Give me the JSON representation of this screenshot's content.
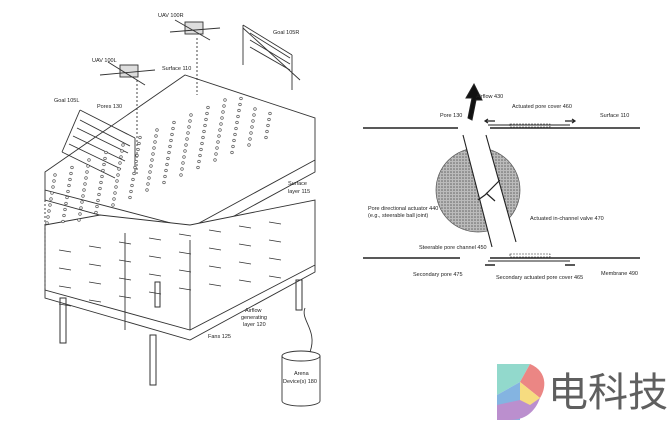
{
  "left_figure": {
    "labels": {
      "uav_r": "UAV 100R",
      "goal_r": "Goal 105R",
      "uav_l": "UAV 100L",
      "surface": "Surface 110",
      "goal_l": "Goal 105L",
      "pores": "Pores 130",
      "surface_layer_1": "Surface",
      "surface_layer_2": "layer 115",
      "airflow_layer_1": "Airflow",
      "airflow_layer_2": "generating",
      "airflow_layer_3": "layer 120",
      "fans": "Fans 125",
      "arena_1": "Arena",
      "arena_2": "Device(s) 180"
    }
  },
  "right_figure": {
    "labels": {
      "airflow": "Airflow 430",
      "actuated_pore_cover": "Actuated pore cover 460",
      "pore": "Pore 130",
      "surface": "Surface 110",
      "actuator_1": "Pore directional actuator 440",
      "actuator_2": "(e.g., steerable ball joint)",
      "valve": "Actuated in-channel valve 470",
      "channel": "Steerable pore channel 450",
      "secondary_pore": "Secondary pore 475",
      "secondary_cover": "Secondary actuated pore cover 465",
      "membrane": "Membrane 490"
    }
  },
  "watermark": {
    "text": "电科技",
    "colors": [
      "#7fd3c4",
      "#e8716f",
      "#f5d66b",
      "#6fa8dc",
      "#b07cc6"
    ]
  }
}
